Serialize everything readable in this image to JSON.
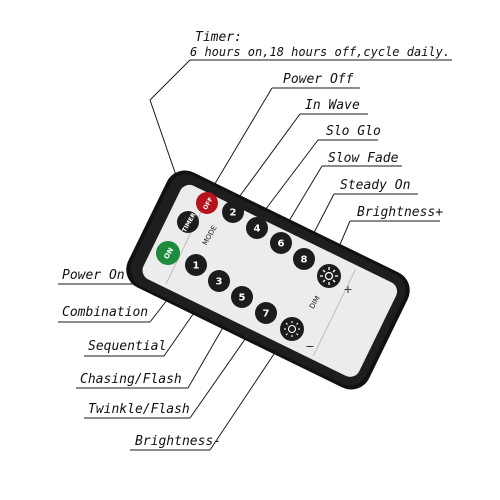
{
  "timer": {
    "title": "Timer:",
    "detail": "6 hours on,18 hours off,cycle daily."
  },
  "labels_right": {
    "power_off": "Power Off",
    "in_wave": "In Wave",
    "slo_glo": "Slo Glo",
    "slow_fade": "Slow Fade",
    "steady_on": "Steady On",
    "brightness_up": "Brightness+"
  },
  "labels_left": {
    "power_on": "Power On",
    "combination": "Combination",
    "sequential": "Sequential",
    "chasing_flash": "Chasing/Flash",
    "twinkle_flash": "Twinkle/Flash",
    "brightness_down": "Brightness-"
  },
  "remote": {
    "timer_key": "TIMER",
    "off_key": "OFF",
    "on_key": "ON",
    "mode_label": "MODE",
    "dim_label": "DIM",
    "plus_sign": "+",
    "minus_sign": "−",
    "keys": {
      "k1": "1",
      "k2": "2",
      "k3": "3",
      "k4": "4",
      "k5": "5",
      "k6": "6",
      "k7": "7",
      "k8": "8"
    }
  },
  "colors": {
    "off_key": "#b5121b",
    "on_key": "#1e8a3c",
    "body": "#1a1a1a",
    "face": "#ececec",
    "key": "#1c1c1c"
  }
}
